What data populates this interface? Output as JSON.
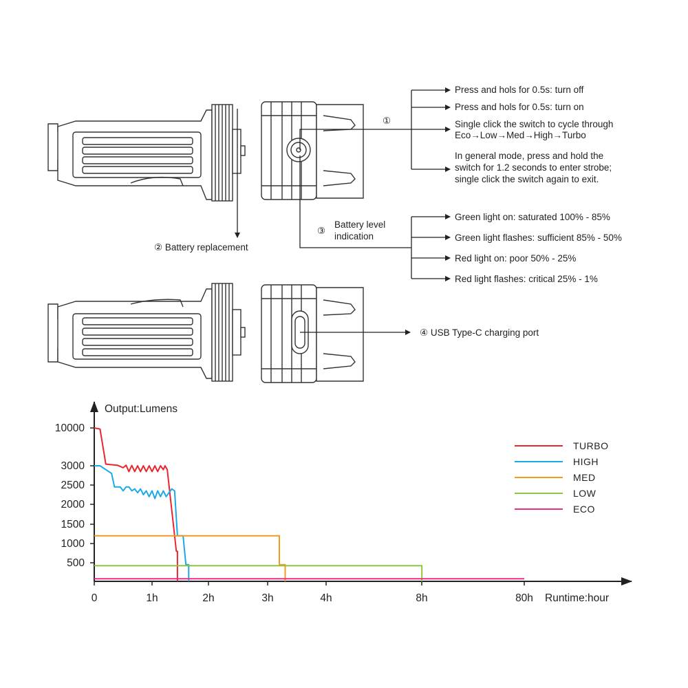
{
  "callouts": {
    "switch_marker": "①",
    "switch_items": [
      "Press and hols for 0.5s: turn off",
      "Press and hols for 0.5s: turn on",
      "Single click the switch to cycle through",
      "Eco→Low→Med→High→Turbo",
      "In general mode, press and hold the",
      "switch for 1.2 seconds to enter strobe;",
      "single click the switch again to exit."
    ],
    "battery_replacement": "② Battery replacement",
    "battery_level_marker": "③",
    "battery_level_line1": "Battery level",
    "battery_level_line2": "indication",
    "battery_level_items": [
      "Green light on: saturated 100% - 85%",
      "Green light flashes: sufficient 85% - 50%",
      "Red light on: poor 50% - 25%",
      "Red light flashes: critical 25% - 1%"
    ],
    "usb_port": "④ USB Type-C charging port"
  },
  "chart_data": {
    "type": "line",
    "ylabel": "Output:Lumens",
    "xlabel": "Runtime:hour",
    "y_tick_labels": [
      "10000",
      "3000",
      "2500",
      "2000",
      "1500",
      "1000",
      "500"
    ],
    "x_tick_labels": [
      "0",
      "1h",
      "2h",
      "3h",
      "4h",
      "8h",
      "80h"
    ],
    "legend_position": "top-right",
    "grid": false,
    "series": [
      {
        "name": "TURBO",
        "color": "#e8262d",
        "points": [
          [
            0,
            10000
          ],
          [
            0.1,
            9800
          ],
          [
            0.2,
            3300
          ],
          [
            0.4,
            3100
          ],
          [
            0.5,
            2950
          ],
          [
            0.55,
            3100
          ],
          [
            0.6,
            2850
          ],
          [
            0.65,
            3050
          ],
          [
            0.7,
            2850
          ],
          [
            0.75,
            3000
          ],
          [
            0.8,
            2850
          ],
          [
            0.85,
            3000
          ],
          [
            0.9,
            2850
          ],
          [
            0.95,
            3000
          ],
          [
            1.0,
            2850
          ],
          [
            1.05,
            3000
          ],
          [
            1.1,
            2850
          ],
          [
            1.15,
            3000
          ],
          [
            1.2,
            2900
          ],
          [
            1.23,
            3000
          ],
          [
            1.27,
            2900
          ],
          [
            1.4,
            1200
          ],
          [
            1.43,
            800
          ],
          [
            1.45,
            800
          ],
          [
            1.45,
            0
          ]
        ]
      },
      {
        "name": "HIGH",
        "color": "#1aa9e6",
        "points": [
          [
            0,
            3000
          ],
          [
            0.1,
            3000
          ],
          [
            0.2,
            2900
          ],
          [
            0.3,
            2800
          ],
          [
            0.35,
            2450
          ],
          [
            0.45,
            2450
          ],
          [
            0.5,
            2350
          ],
          [
            0.55,
            2450
          ],
          [
            0.6,
            2450
          ],
          [
            0.65,
            2350
          ],
          [
            0.7,
            2400
          ],
          [
            0.75,
            2300
          ],
          [
            0.8,
            2400
          ],
          [
            0.85,
            2250
          ],
          [
            0.9,
            2350
          ],
          [
            0.95,
            2200
          ],
          [
            1.0,
            2350
          ],
          [
            1.05,
            2150
          ],
          [
            1.1,
            2350
          ],
          [
            1.15,
            2200
          ],
          [
            1.2,
            2350
          ],
          [
            1.25,
            2200
          ],
          [
            1.35,
            2400
          ],
          [
            1.4,
            2350
          ],
          [
            1.45,
            1200
          ],
          [
            1.55,
            1200
          ],
          [
            1.6,
            450
          ],
          [
            1.65,
            450
          ],
          [
            1.65,
            0
          ]
        ]
      },
      {
        "name": "MED",
        "color": "#f39a1f",
        "points": [
          [
            0,
            1200
          ],
          [
            3.2,
            1200
          ],
          [
            3.2,
            450
          ],
          [
            3.3,
            450
          ],
          [
            3.3,
            0
          ]
        ]
      },
      {
        "name": "LOW",
        "color": "#8dc63f",
        "points": [
          [
            0,
            420
          ],
          [
            8.1,
            420
          ],
          [
            8.1,
            0
          ]
        ]
      },
      {
        "name": "ECO",
        "color": "#ec2b8c",
        "points": [
          [
            0,
            70
          ],
          [
            80,
            70
          ]
        ]
      }
    ]
  }
}
